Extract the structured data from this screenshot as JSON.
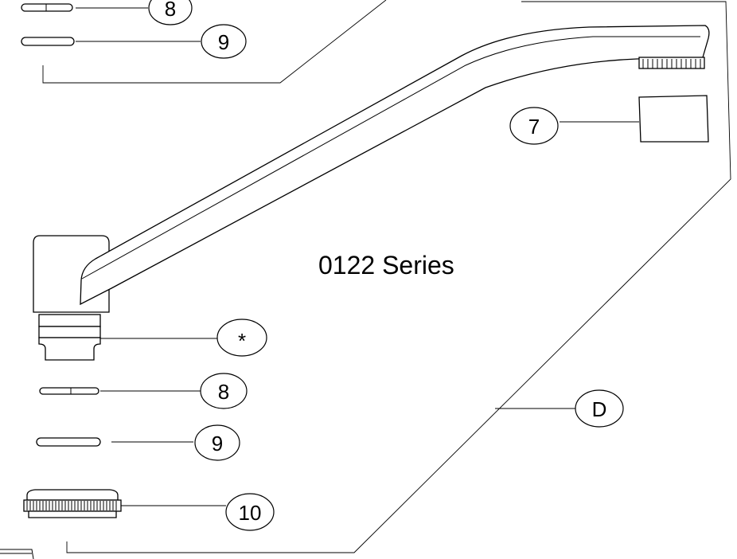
{
  "title": "0122 Series",
  "callouts": {
    "top_8": "8",
    "top_9": "9",
    "aerator_7": "7",
    "cartridge": "*",
    "mid_8": "8",
    "mid_9": "9",
    "nut_10": "10",
    "assembly_d": "D"
  }
}
